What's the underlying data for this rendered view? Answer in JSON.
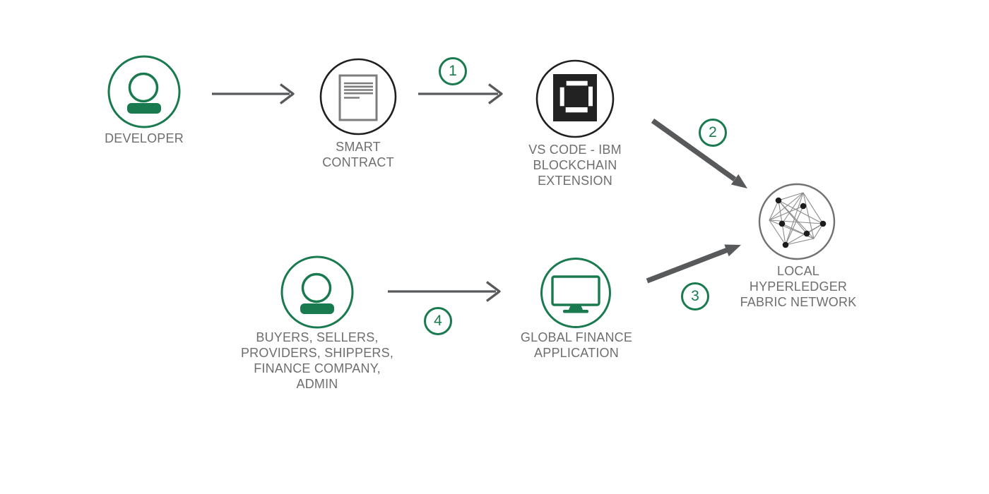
{
  "diagram": {
    "description": "IBM Blockchain smart contract development and deployment flow",
    "colors": {
      "accent_green": "#1A7A4F",
      "arrow_gray": "#58595B",
      "label_gray": "#6D6E70",
      "icon_black": "#1F1F1F",
      "document_gray": "#7D7D7E",
      "network_gray": "#717171"
    },
    "nodes": [
      {
        "id": "developer",
        "icon": "person-icon",
        "label_lines": [
          "DEVELOPER"
        ]
      },
      {
        "id": "smart-contract",
        "icon": "document-icon",
        "label_lines": [
          "SMART",
          "CONTRACT"
        ]
      },
      {
        "id": "vscode-ibm-blockchain-extension",
        "icon": "ibm-blockchain-extension-icon",
        "label_lines": [
          "VS CODE - IBM",
          "BLOCKCHAIN",
          "EXTENSION"
        ]
      },
      {
        "id": "local-hyperledger-fabric-network",
        "icon": "network-mesh-icon",
        "label_lines": [
          "LOCAL",
          "HYPERLEDGER",
          "FABRIC NETWORK"
        ]
      },
      {
        "id": "application-users",
        "icon": "person-icon",
        "label_lines": [
          "BUYERS, SELLERS,",
          "PROVIDERS, SHIPPERS,",
          "FINANCE COMPANY,",
          "ADMIN"
        ]
      },
      {
        "id": "global-finance-application",
        "icon": "monitor-icon",
        "label_lines": [
          "GLOBAL FINANCE",
          "APPLICATION"
        ]
      }
    ],
    "badges": [
      {
        "step": "1"
      },
      {
        "step": "2"
      },
      {
        "step": "3"
      },
      {
        "step": "4"
      }
    ],
    "arrows": [
      {
        "from": "developer",
        "to": "smart-contract",
        "style": "thin"
      },
      {
        "from": "smart-contract",
        "to": "vscode-ibm-blockchain-extension",
        "step": "1",
        "style": "thin"
      },
      {
        "from": "vscode-ibm-blockchain-extension",
        "to": "local-hyperledger-fabric-network",
        "step": "2",
        "style": "thick"
      },
      {
        "from": "global-finance-application",
        "to": "local-hyperledger-fabric-network",
        "step": "3",
        "style": "thick"
      },
      {
        "from": "application-users",
        "to": "global-finance-application",
        "step": "4",
        "style": "thin"
      }
    ]
  }
}
